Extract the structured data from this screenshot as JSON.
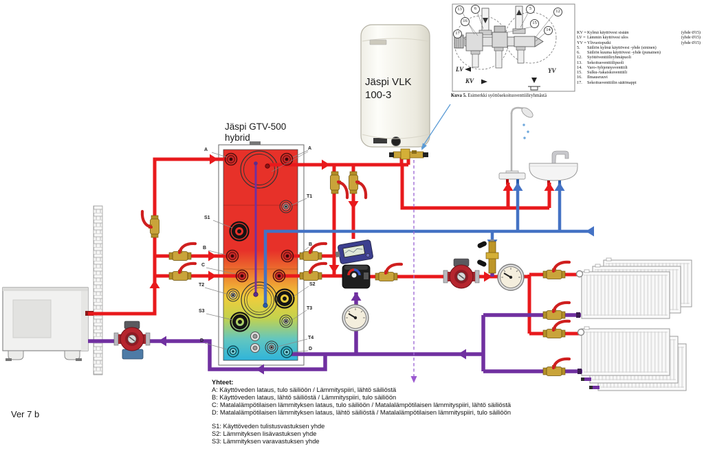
{
  "version_label": "Ver 7 b",
  "colors": {
    "hot_pipe": "#e8191c",
    "return_pipe": "#7030a0",
    "cold_pipe": "#4472c4",
    "overflow_dashed": "#a06cd5",
    "annotation_arrow": "#5b9bd5",
    "tank_top": "#e73129",
    "tank_bottom": "#2fb4da",
    "valve_brass": "#c9a43a"
  },
  "tank": {
    "label_line1": "Jäspi GTV-500",
    "label_line2": "hybrid",
    "ports": {
      "a_left": "A",
      "a_right": "A",
      "t1": "T1",
      "s1": "S1",
      "b_left": "B",
      "b_right": "B",
      "c_left": "C",
      "t2": "T2",
      "s2": "S2",
      "s3": "S3",
      "t3": "T3",
      "t4": "T4",
      "d_left": "D",
      "d_right": "D"
    }
  },
  "heater": {
    "label_line1": "Jäspi VLK",
    "label_line2": "100-3"
  },
  "inset": {
    "caption_bold": "Kuva 5.",
    "caption_rest": " Esimerkki syöttösekoitusventtiiliryhmästä",
    "flow_labels": {
      "lv": "LV",
      "kv": "KV",
      "yv": "YV"
    },
    "callouts": {
      "c13": "13",
      "c6": "6",
      "c5": "5",
      "c12": "12",
      "c16": "16",
      "c17": "17",
      "c15": "15",
      "c14": "14"
    },
    "legend": [
      {
        "k": "KV =",
        "t": "Kylmä käyttövesi sisään",
        "n": "(yhde Ø15)"
      },
      {
        "k": "LV =",
        "t": "Lämmin käyttövesi ulos",
        "n": "(yhde Ø15)"
      },
      {
        "k": "YV =",
        "t": "Ylivuotoputki",
        "n": "(yhde Ø15)"
      },
      {
        "k": "5.",
        "t": "Säiliön kylmä käyttövesi -yhde (sininen)",
        "n": ""
      },
      {
        "k": "6.",
        "t": "Säiliön kuuma käyttövesi -yhde (punainen)",
        "n": ""
      },
      {
        "k": "12.",
        "t": "Syöttöventtiiliryhmäpuoli",
        "n": ""
      },
      {
        "k": "13.",
        "t": "Sekoitusventtiilipuoli",
        "n": ""
      },
      {
        "k": "14.",
        "t": "Varo-/tyhjennysventtiili",
        "n": ""
      },
      {
        "k": "15.",
        "t": "Sulku-/takaiskuventtiili",
        "n": ""
      },
      {
        "k": "16.",
        "t": "Ilmausruuvi",
        "n": ""
      },
      {
        "k": "17.",
        "t": "Sekoitusventtiilin säätönappi",
        "n": ""
      }
    ]
  },
  "bottom_legend": {
    "heading": "Yhteet:",
    "lines": [
      "A: Käyttöveden lataus, tulo säiliöön / Lämmityspiiri, lähtö säiliöstä",
      "B: Käyttöveden lataus, lähtö säiliöstä / Lämmityspiiri, tulo säiliöön",
      "C: Matalalämpötilaisen lämmityksen lataus, tulo säiliöön / Matalalämpötilaisen lämmityspiiri, lähtö säiliöstä",
      "D: Matalalämpötilaisen lämmityksen lataus, lähtö säiliöstä / Matalalämpötilaisen lämmityspiiri, tulo säiliöön"
    ],
    "s_lines": [
      "S1: Käyttöveden tulistusvastuksen yhde",
      "S2: Lämmityksen lisävastuksen yhde",
      "S3: Lämmityksen varavastuksen yhde"
    ]
  }
}
